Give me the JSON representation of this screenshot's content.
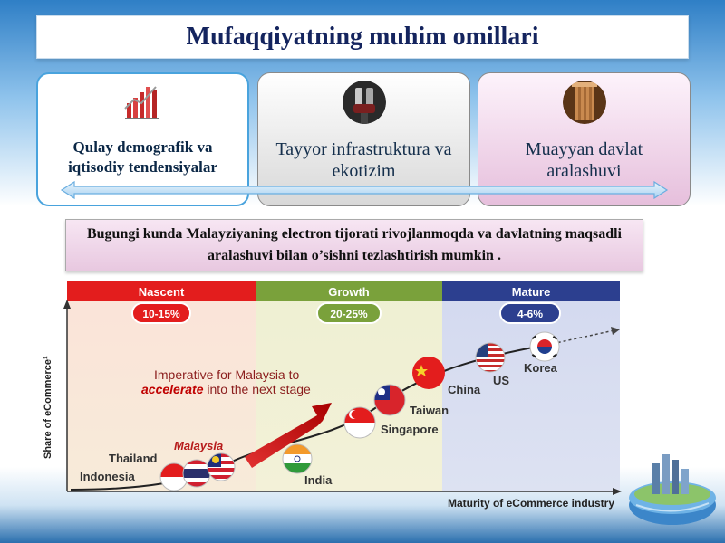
{
  "title": "Mufaqqiyatning muhim omillari",
  "cards": [
    {
      "label": "Qulay demografik va iqtisodiy tendensiyalar",
      "icon": "bar-chart-icon"
    },
    {
      "label": "Tayyor infrastruktura va ekotizim",
      "icon": "cable-plug-icon"
    },
    {
      "label": "Muayyan davlat aralashuvi",
      "icon": "column-pillar-icon"
    }
  ],
  "statement": "Bugungi kunda Malayziyaning electron tijorati rivojlanmoqda va davlatning maqsadli aralashuvi bilan o’sishni tezlashtirish mumkin .",
  "chart": {
    "stages": [
      {
        "name": "Nascent",
        "range": "10-15%",
        "color": "#e31d1d"
      },
      {
        "name": "Growth",
        "range": "20-25%",
        "color": "#7aa13b"
      },
      {
        "name": "Mature",
        "range": "4-6%",
        "color": "#2c3f8f"
      }
    ],
    "ylabel": "Share of eCommerce¹",
    "xlabel": "Maturity of eCommerce industry",
    "annotation_line1": "Imperative for Malaysia to",
    "annotation_accent": "accelerate",
    "annotation_rest": " into the next stage",
    "countries": {
      "indonesia": "Indonesia",
      "thailand": "Thailand",
      "malaysia": "Malaysia",
      "india": "India",
      "singapore": "Singapore",
      "taiwan": "Taiwan",
      "china": "China",
      "us": "US",
      "korea": "Korea"
    }
  }
}
